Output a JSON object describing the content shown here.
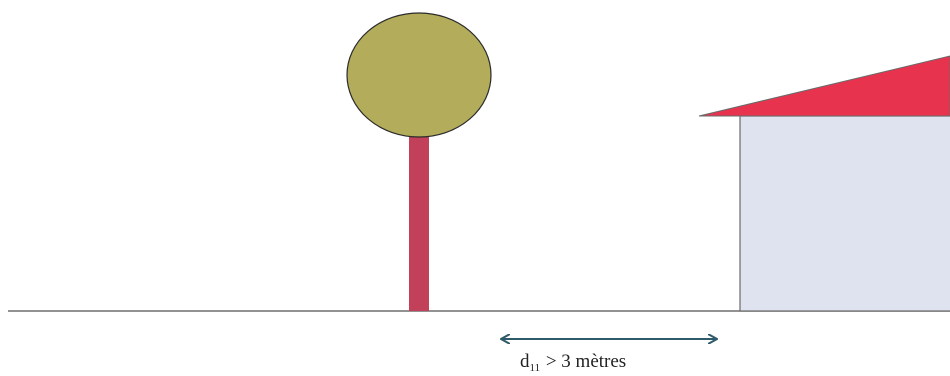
{
  "label": {
    "symbol": "d",
    "subscript": "11",
    "text": " > 3 mètres"
  },
  "colors": {
    "ground": "#6f6f6f",
    "tree_trunk": "#c2405a",
    "tree_crown": "#b3ac5a",
    "tree_outline": "#2b2b2b",
    "house_wall": "#dfe3ef",
    "house_roof": "#e8334f",
    "arrow": "#2f5a6a"
  }
}
